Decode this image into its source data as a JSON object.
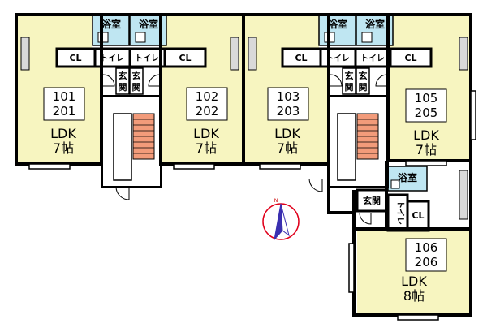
{
  "units": [
    {
      "room_top": "101",
      "room_bottom": "201",
      "ldk": "LDK",
      "size": "7帖"
    },
    {
      "room_top": "102",
      "room_bottom": "202",
      "ldk": "LDK",
      "size": "7帖"
    },
    {
      "room_top": "103",
      "room_bottom": "203",
      "ldk": "LDK",
      "size": "7帖"
    },
    {
      "room_top": "105",
      "room_bottom": "205",
      "ldk": "LDK",
      "size": "7帖"
    },
    {
      "room_top": "106",
      "room_bottom": "206",
      "ldk": "LDK",
      "size": "8帖"
    }
  ],
  "labels": {
    "bathroom": "浴室",
    "closet": "CL",
    "toilet": "トイレ",
    "entrance": "玄関",
    "entrance_v1": "玄",
    "entrance_v2": "関"
  },
  "compass": {
    "north": "N"
  },
  "colors": {
    "ldk_fill": "#f7f5c0",
    "bath_fill": "#bfe6f2",
    "wall": "#000000",
    "stair": "#f29b7a",
    "compass": "#e0001b",
    "compass_needle": "#3a2fb0"
  }
}
